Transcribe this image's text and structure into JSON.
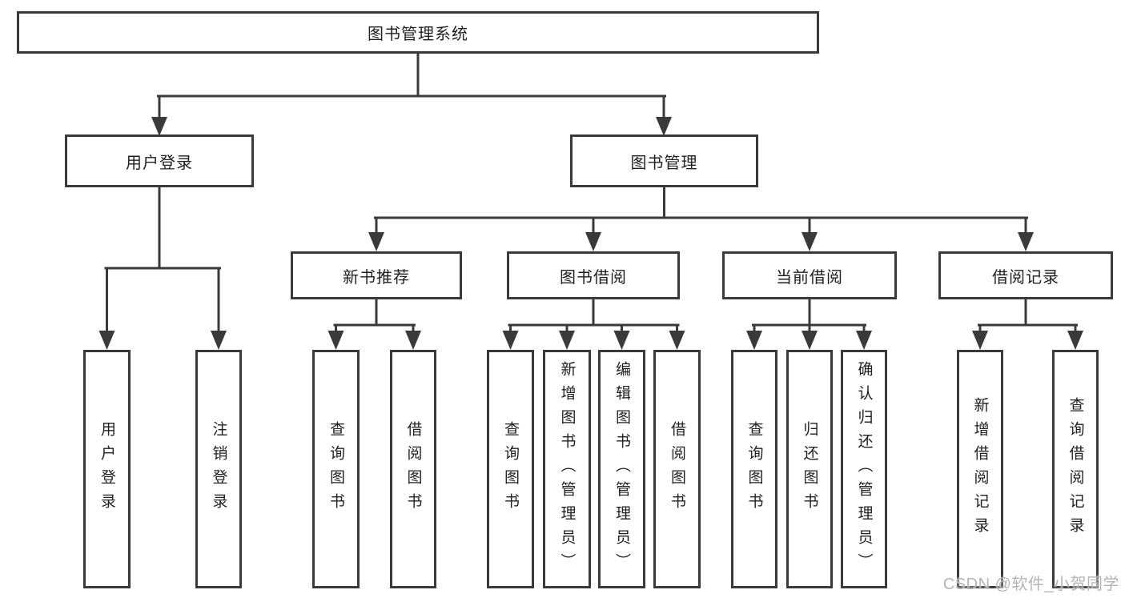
{
  "tree": {
    "label": "图书管理系统",
    "children": [
      {
        "label": "用户登录",
        "children": [
          {
            "label": "用户登录"
          },
          {
            "label": "注销登录"
          }
        ]
      },
      {
        "label": "图书管理",
        "children": [
          {
            "label": "新书推荐",
            "children": [
              {
                "label": "查询图书"
              },
              {
                "label": "借阅图书"
              }
            ]
          },
          {
            "label": "图书借阅",
            "children": [
              {
                "label": "查询图书"
              },
              {
                "label": "新增图书（管理员）"
              },
              {
                "label": "编辑图书（管理员）"
              },
              {
                "label": "借阅图书"
              }
            ]
          },
          {
            "label": "当前借阅",
            "children": [
              {
                "label": "查询图书"
              },
              {
                "label": "归还图书"
              },
              {
                "label": "确认归还（管理员）"
              }
            ]
          },
          {
            "label": "借阅记录",
            "children": [
              {
                "label": "新增借阅记录"
              },
              {
                "label": "查询借阅记录"
              }
            ]
          }
        ]
      }
    ]
  },
  "watermark": {
    "text": "CSDN @软件_小贺同学"
  },
  "colors": {
    "line": "#3a3a3a",
    "text": "#1f1f1f",
    "watermark": "#b4b4b4",
    "bg": "#ffffff"
  }
}
